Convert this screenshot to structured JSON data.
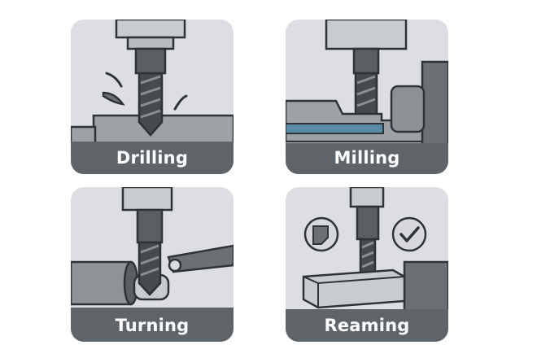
{
  "panels": [
    {
      "label": "Drilling",
      "icon": "drilling-illustration"
    },
    {
      "label": "Milling",
      "icon": "milling-illustration"
    },
    {
      "label": "Turning",
      "icon": "turning-illustration"
    },
    {
      "label": "Reaming",
      "icon": "reaming-illustration"
    }
  ],
  "colors": {
    "panel_bg": "#dcdee1",
    "base_dark": "#5f6468",
    "tool_dark": "#474b50",
    "outline": "#2f3337",
    "coolant_blue": "#5b8aa5",
    "label_text": "#ffffff"
  }
}
